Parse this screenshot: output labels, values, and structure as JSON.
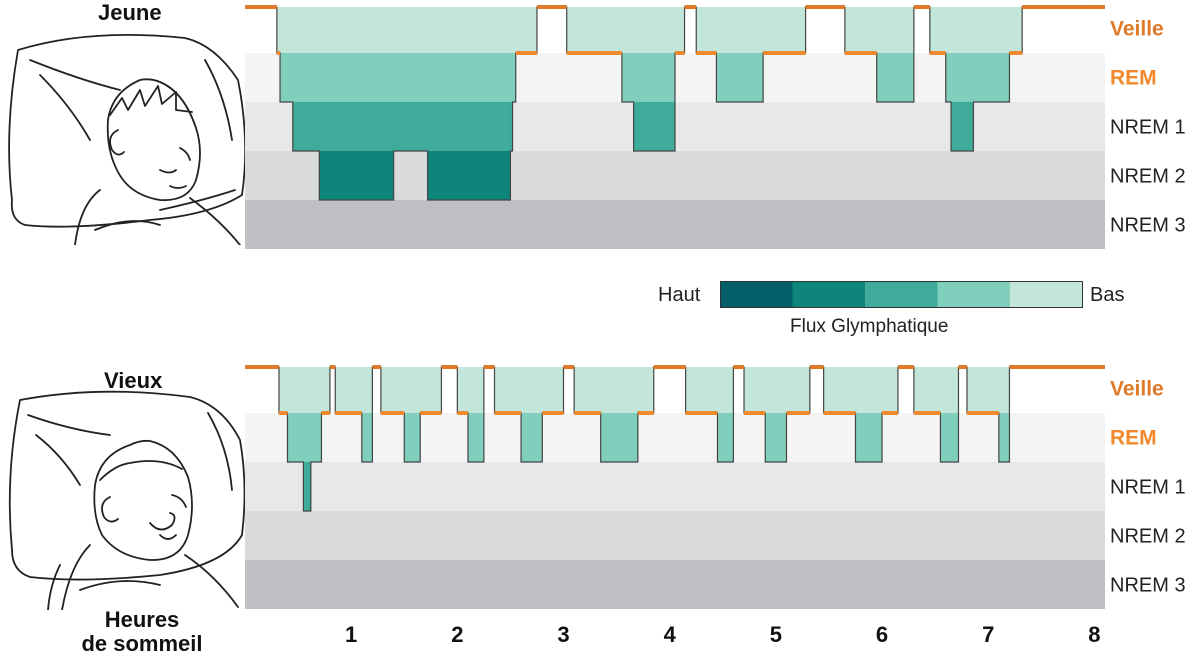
{
  "panels": {
    "young": {
      "title": "Jeune"
    },
    "old": {
      "title": "Vieux"
    }
  },
  "stages": [
    {
      "label": "Veille",
      "emphasis": "wake"
    },
    {
      "label": "REM",
      "emphasis": "rem"
    },
    {
      "label": "NREM 1",
      "emphasis": "none"
    },
    {
      "label": "NREM 2",
      "emphasis": "none"
    },
    {
      "label": "NREM 3",
      "emphasis": "none"
    }
  ],
  "legend": {
    "high_label": "Haut",
    "low_label": "Bas",
    "title": "Flux Glymphatique",
    "colors": [
      "#035e67",
      "#0e857b",
      "#3fab9b",
      "#80cfbd",
      "#c3e6da"
    ]
  },
  "xaxis": {
    "title_line1": "Heures",
    "title_line2": "de sommeil",
    "ticks": [
      "1",
      "2",
      "3",
      "4",
      "5",
      "6",
      "7",
      "8"
    ]
  },
  "colors": {
    "wake": "#e07a27",
    "rem": "#f08a2c",
    "band_wake": "#ffffff",
    "band_rem": "#f4f4f5",
    "band_n1": "#e8e8ea",
    "band_n2": "#d9dadc",
    "band_n3": "#bfc0c3",
    "outline": "#444444",
    "illustration": "#222222"
  },
  "chart_data": [
    {
      "type": "area",
      "name": "Jeune",
      "x_unit": "heures",
      "xlim": [
        0,
        8.1
      ],
      "levels": [
        "Veille",
        "REM",
        "NREM 1",
        "NREM 2",
        "NREM 3"
      ],
      "segments": [
        [
          0.0,
          0.3,
          0
        ],
        [
          0.3,
          0.33,
          1
        ],
        [
          0.33,
          0.45,
          2
        ],
        [
          0.45,
          0.7,
          3
        ],
        [
          0.7,
          1.4,
          4
        ],
        [
          1.4,
          1.72,
          3
        ],
        [
          1.72,
          2.5,
          4
        ],
        [
          2.5,
          2.52,
          3
        ],
        [
          2.52,
          2.55,
          2
        ],
        [
          2.55,
          2.75,
          1
        ],
        [
          2.75,
          3.03,
          0
        ],
        [
          3.03,
          3.55,
          1
        ],
        [
          3.55,
          3.66,
          2
        ],
        [
          3.66,
          4.05,
          3
        ],
        [
          4.05,
          4.14,
          1
        ],
        [
          4.14,
          4.25,
          0
        ],
        [
          4.25,
          4.44,
          1
        ],
        [
          4.44,
          4.88,
          2
        ],
        [
          4.88,
          5.28,
          1
        ],
        [
          5.28,
          5.65,
          0
        ],
        [
          5.65,
          5.95,
          1
        ],
        [
          5.95,
          6.3,
          2
        ],
        [
          6.3,
          6.45,
          0
        ],
        [
          6.45,
          6.6,
          1
        ],
        [
          6.6,
          6.65,
          2
        ],
        [
          6.65,
          6.86,
          3
        ],
        [
          6.86,
          7.2,
          2
        ],
        [
          7.2,
          7.32,
          1
        ],
        [
          7.32,
          7.92,
          0
        ],
        [
          7.92,
          8.1,
          0
        ]
      ]
    },
    {
      "type": "area",
      "name": "Vieux",
      "x_unit": "heures",
      "xlim": [
        0,
        8.1
      ],
      "levels": [
        "Veille",
        "REM",
        "NREM 1",
        "NREM 2",
        "NREM 3"
      ],
      "segments": [
        [
          0.0,
          0.32,
          0
        ],
        [
          0.32,
          0.4,
          1
        ],
        [
          0.4,
          0.55,
          2
        ],
        [
          0.55,
          0.62,
          3
        ],
        [
          0.62,
          0.72,
          2
        ],
        [
          0.72,
          0.8,
          1
        ],
        [
          0.8,
          0.85,
          0
        ],
        [
          0.85,
          1.1,
          1
        ],
        [
          1.1,
          1.2,
          2
        ],
        [
          1.2,
          1.28,
          0
        ],
        [
          1.28,
          1.5,
          1
        ],
        [
          1.5,
          1.65,
          2
        ],
        [
          1.65,
          1.85,
          1
        ],
        [
          1.85,
          2.0,
          0
        ],
        [
          2.0,
          2.1,
          1
        ],
        [
          2.1,
          2.25,
          2
        ],
        [
          2.25,
          2.35,
          0
        ],
        [
          2.35,
          2.6,
          1
        ],
        [
          2.6,
          2.8,
          2
        ],
        [
          2.8,
          3.0,
          1
        ],
        [
          3.0,
          3.1,
          0
        ],
        [
          3.1,
          3.35,
          1
        ],
        [
          3.35,
          3.7,
          2
        ],
        [
          3.7,
          3.85,
          1
        ],
        [
          3.85,
          4.15,
          0
        ],
        [
          4.15,
          4.45,
          1
        ],
        [
          4.45,
          4.6,
          2
        ],
        [
          4.6,
          4.7,
          0
        ],
        [
          4.7,
          4.9,
          1
        ],
        [
          4.9,
          5.1,
          2
        ],
        [
          5.1,
          5.32,
          1
        ],
        [
          5.32,
          5.45,
          0
        ],
        [
          5.45,
          5.75,
          1
        ],
        [
          5.75,
          6.0,
          2
        ],
        [
          6.0,
          6.15,
          1
        ],
        [
          6.15,
          6.3,
          0
        ],
        [
          6.3,
          6.55,
          1
        ],
        [
          6.55,
          6.72,
          2
        ],
        [
          6.72,
          6.8,
          0
        ],
        [
          6.8,
          7.1,
          1
        ],
        [
          7.1,
          7.2,
          2
        ],
        [
          7.2,
          7.38,
          0
        ],
        [
          7.38,
          8.1,
          0
        ]
      ]
    }
  ]
}
